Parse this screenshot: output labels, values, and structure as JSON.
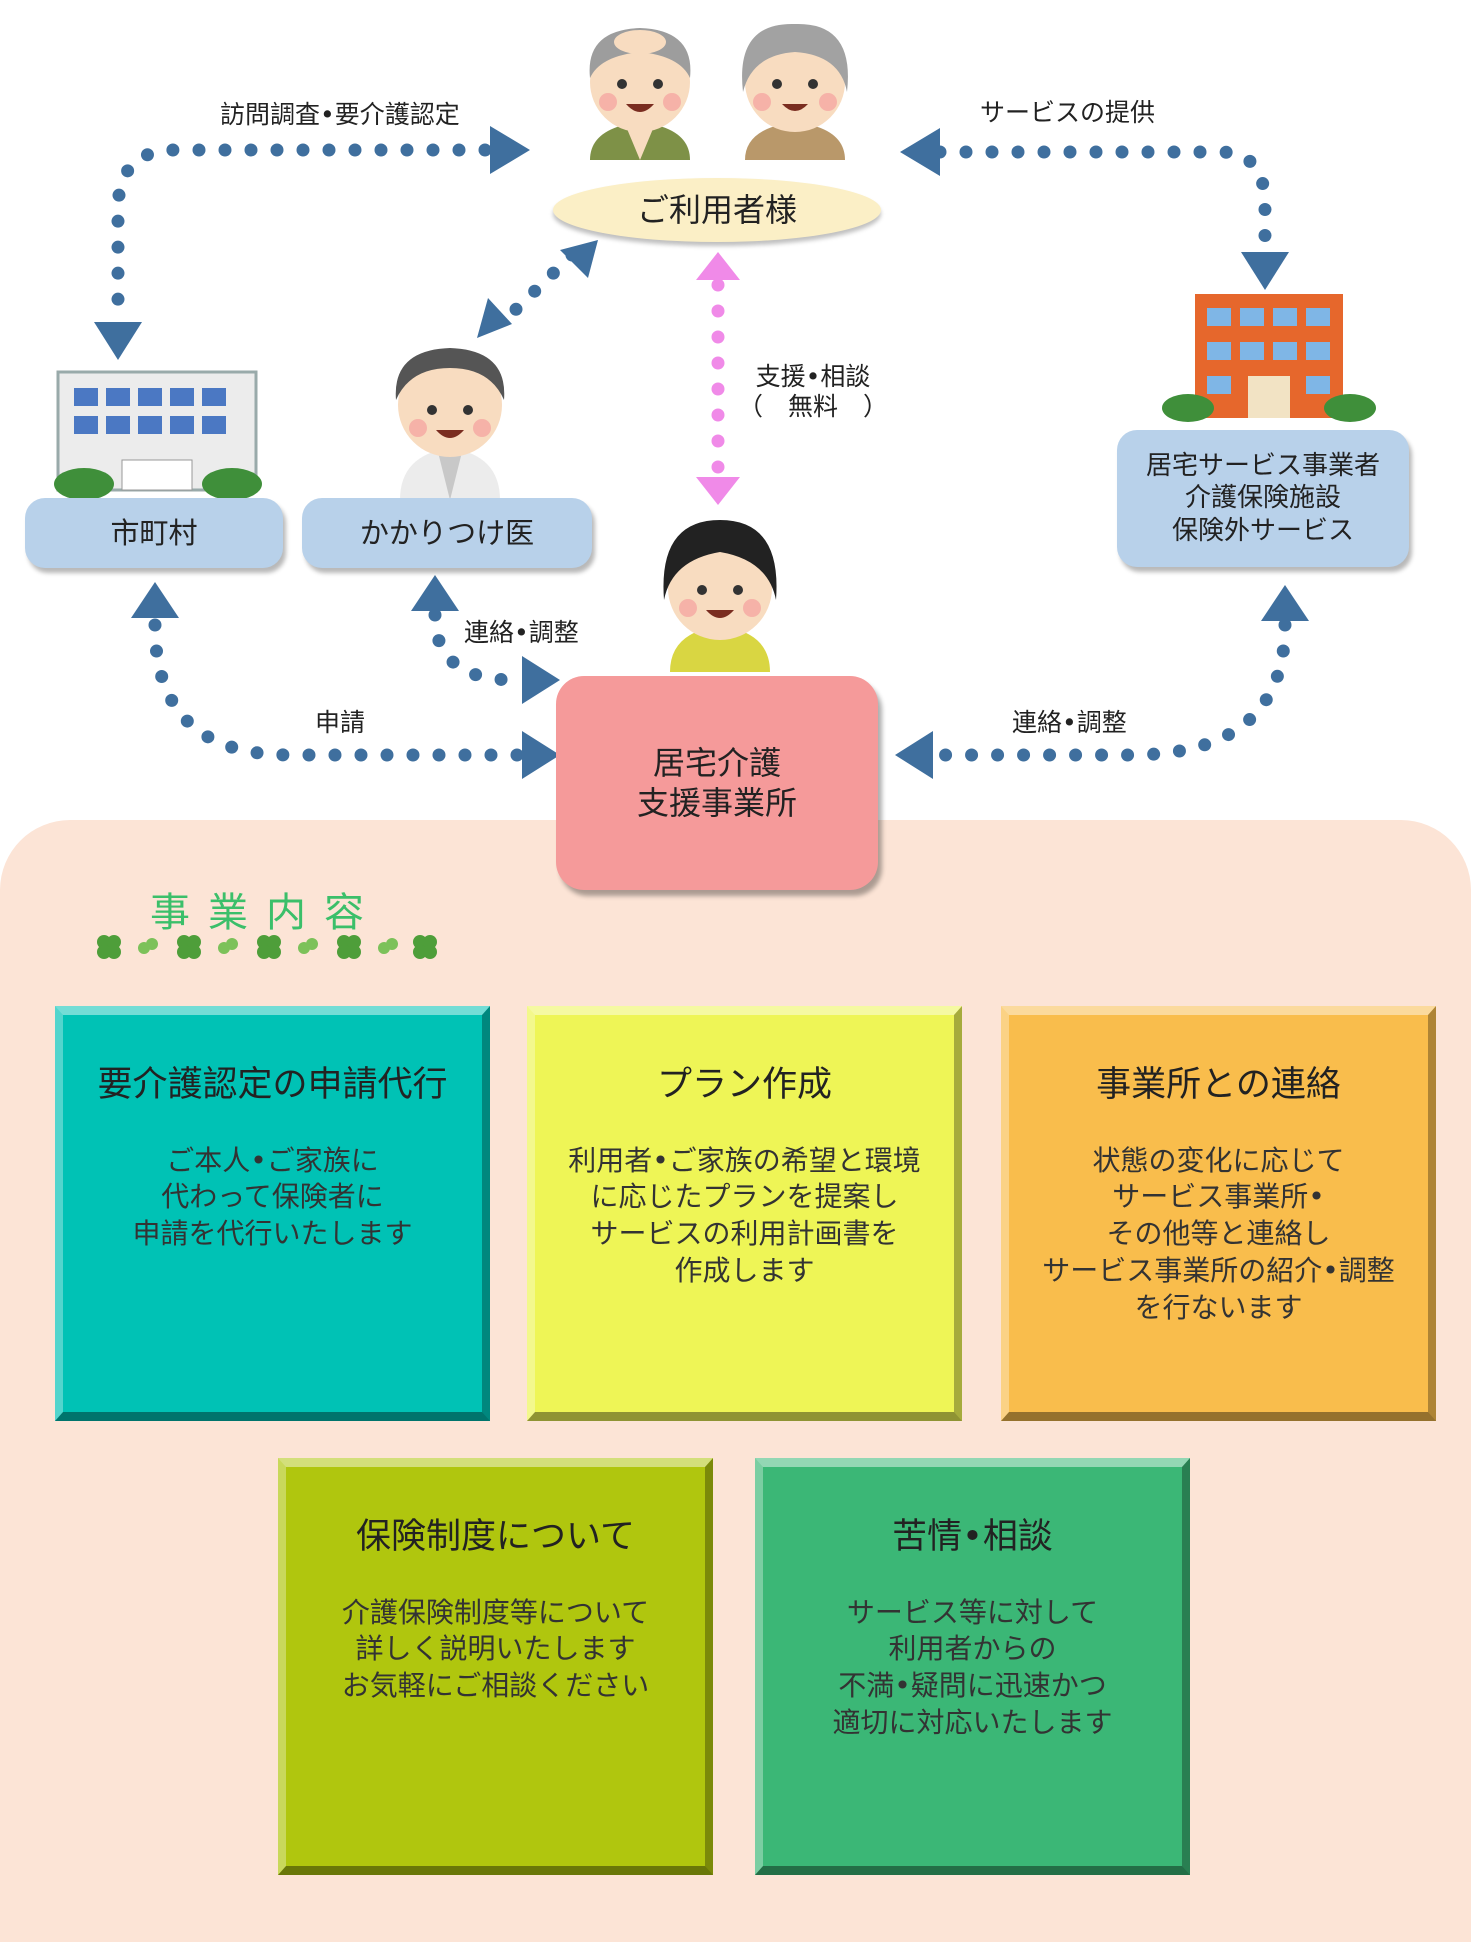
{
  "nodes": {
    "user": "ご利用者様",
    "municipality": "市町村",
    "doctor": "かかりつけ医",
    "services": "居宅サービス事業者\n介護保険施設\n保険外サービス",
    "office_line1": "居宅介護",
    "office_line2": "支援事業所"
  },
  "arrows": {
    "visit": "訪問調査•要介護認定",
    "service_provision": "サービスの提供",
    "support_line1": "支援•相談",
    "support_line2": "（　無料　）",
    "contact_doctor": "連絡•調整",
    "contact_services": "連絡•調整",
    "application": "申請"
  },
  "section_title": "事業内容",
  "cards": [
    {
      "title": "要介護認定の申請代行",
      "body": "ご本人•ご家族に\n代わって保険者に\n申請を代行いたします",
      "color": "#00c2b5"
    },
    {
      "title": "プラン作成",
      "body": "利用者•ご家族の希望と環境\nに応じたプランを提案し\nサービスの利用計画書を\n作成します",
      "color": "#eef556"
    },
    {
      "title": "事業所との連絡",
      "body": "状態の変化に応じて\nサービス事業所•\nその他等と連絡し\nサービス事業所の紹介•調整\nを行ないます",
      "color": "#f9bd4c"
    },
    {
      "title": "保険制度について",
      "body": "介護保険制度等について\n詳しく説明いたします\nお気軽にご相談ください",
      "color": "#b0c60e"
    },
    {
      "title": "苦情•相談",
      "body": "サービス等に対して\n利用者からの\n不満•疑問に迅速かつ\n適切に対応いたします",
      "color": "#3bb776"
    }
  ],
  "colors": {
    "arrow": "#3f6f9e",
    "support_arrow": "#f08ae8",
    "panel": "#fce4d6",
    "title_green": "#3bbf6a"
  }
}
